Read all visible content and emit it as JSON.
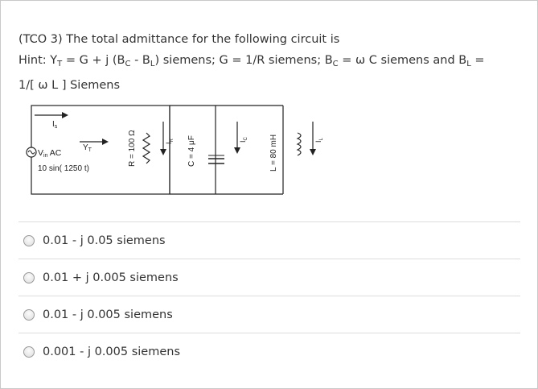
{
  "question": {
    "line1": "(TCO 3) The total admittance for the following circuit is",
    "hint": {
      "p1": "Hint: Y",
      "s1": "T",
      "p2": " = G + j (B",
      "s2": "C",
      "p3": " - B",
      "s3": "L",
      "p4": ") siemens; G = 1/R siemens; B",
      "s4": "C",
      "p5": " = ω C siemens and B",
      "s5": "L",
      "p6": " ="
    },
    "line3": "1/[ ω L ] Siemens"
  },
  "circuit": {
    "is_main": "I",
    "is_sub": "s",
    "vin_main": "V",
    "vin_sub": "in",
    "vin_suffix": " AC",
    "yt_main": "Y",
    "yt_sub": "T",
    "source_expr": "10 sin( 1250 t)",
    "r_label": "R = 100 Ω",
    "ir_main": "I",
    "ir_sub": "R",
    "c_label": "C = 4 μF",
    "ic_main": "I",
    "ic_sub": "C",
    "l_label": "L = 80 mH",
    "il_main": "I",
    "il_sub": "L"
  },
  "options": [
    {
      "label": "0.01 - j 0.05 siemens"
    },
    {
      "label": "0.01 + j 0.005 siemens"
    },
    {
      "label": "0.01 - j 0.005 siemens"
    },
    {
      "label": "0.001 - j 0.005 siemens"
    }
  ]
}
